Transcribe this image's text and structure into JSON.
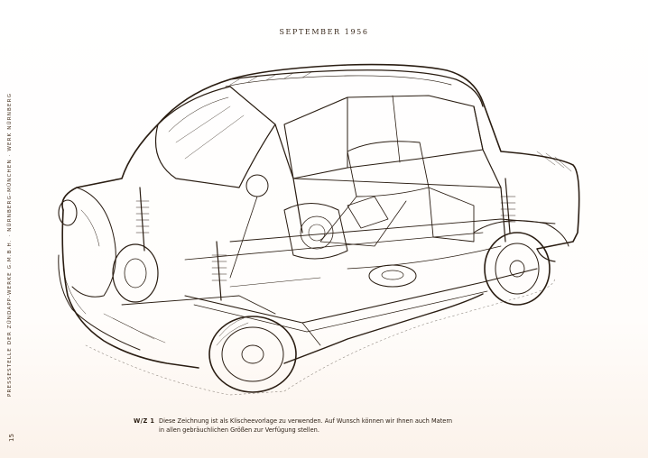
{
  "header": {
    "date": "SEPTEMBER 1956"
  },
  "side_credit": "PRESSESTELLE DER ZÜNDAPP-WERKE G.M.B.H. · NÜRNBERG-MÜNCHEN · WERK NÜRNBERG",
  "page_number": "15",
  "illustration": {
    "subject": "car-cutaway-drawing",
    "ink_color": "#2a1d12"
  },
  "caption": {
    "code": "W/Z 1",
    "line1": "Diese Zeichnung ist als Klischeevorlage zu verwenden. Auf Wunsch können wir Ihnen auch Matern",
    "line2": "in allen gebräuchlichen Größen zur Verfügung stellen."
  }
}
